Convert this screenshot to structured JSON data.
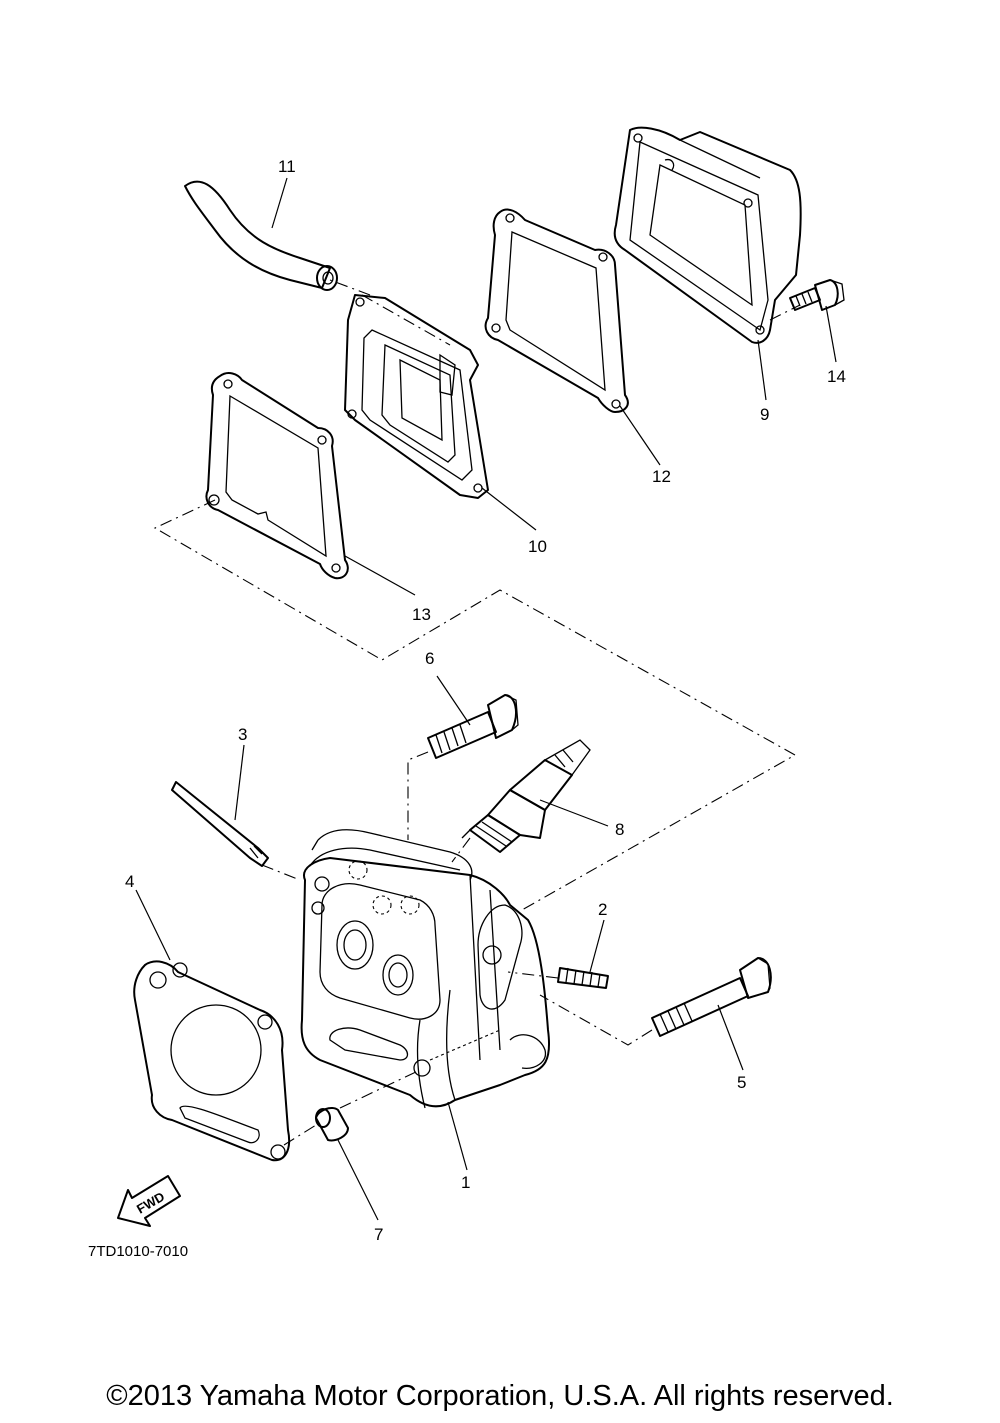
{
  "callouts": {
    "p1": "1",
    "p2": "2",
    "p3": "3",
    "p4": "4",
    "p5": "5",
    "p6": "6",
    "p7": "7",
    "p8": "8",
    "p9": "9",
    "p10": "10",
    "p11": "11",
    "p12": "12",
    "p13": "13",
    "p14": "14"
  },
  "direction_label": "FWD",
  "diagram_code": "7TD1010-7010",
  "copyright": "©2013 Yamaha Motor Corporation, U.S.A. All rights reserved."
}
